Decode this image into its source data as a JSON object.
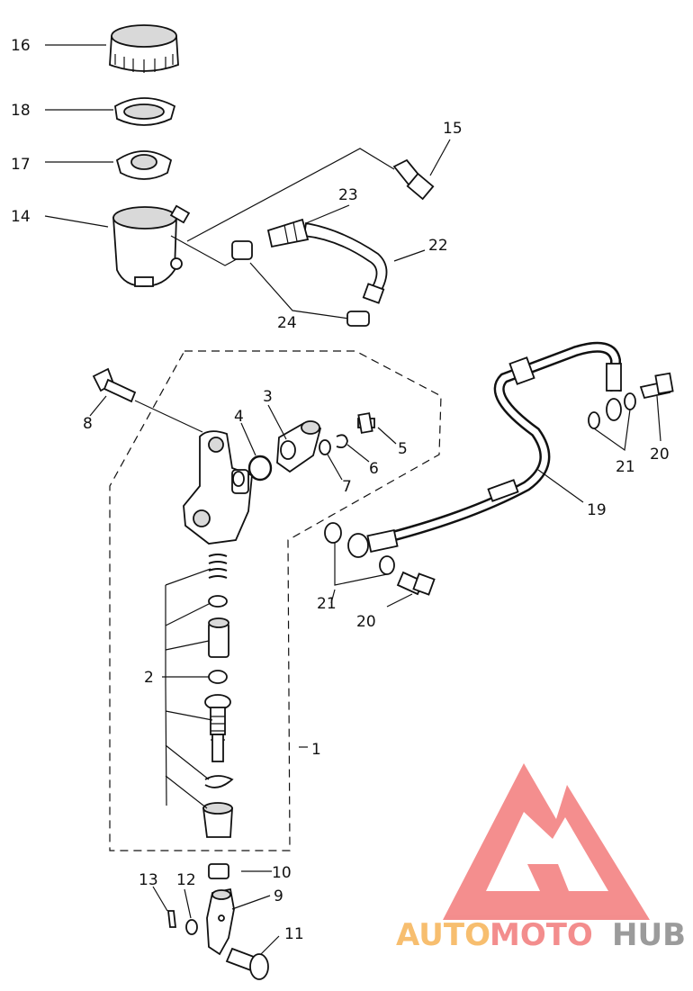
{
  "callouts": {
    "c1": "1",
    "c2": "2",
    "c3": "3",
    "c4": "4",
    "c5": "5",
    "c6": "6",
    "c7": "7",
    "c8": "8",
    "c9": "9",
    "c10": "10",
    "c11": "11",
    "c12": "12",
    "c13": "13",
    "c14": "14",
    "c15": "15",
    "c16": "16",
    "c17": "17",
    "c18": "18",
    "c19": "19",
    "c20a": "20",
    "c20b": "20",
    "c21a": "21",
    "c21b": "21",
    "c22": "22",
    "c23": "23",
    "c24": "24"
  },
  "watermark": {
    "part1": "AUTO",
    "part2": "MOTO",
    "part3": "HUB",
    "colors": {
      "auto": "#f6b356",
      "moto": "#f27a7a",
      "hub": "#8a8a8a",
      "logo": "#f27a7a"
    }
  }
}
